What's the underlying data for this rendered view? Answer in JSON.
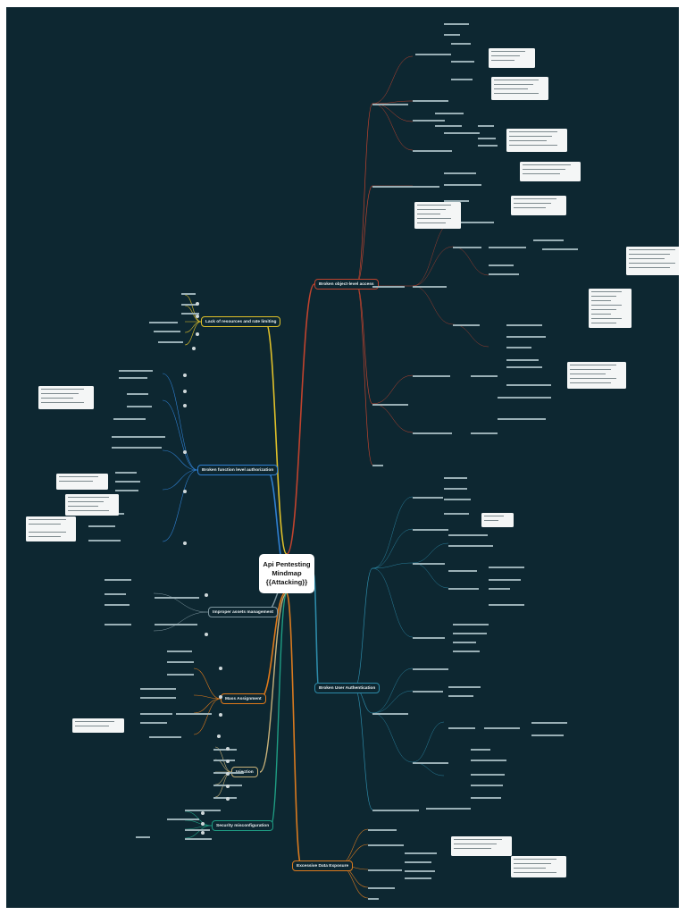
{
  "center": {
    "title": "Api Pentesting\nMindmap\n{{Attacking}}"
  },
  "branches": {
    "bola": "Broken object-level access",
    "lack": "Lack of resources and rate limiting",
    "bfla": "Broken function level authorization",
    "improper": "Improper assets management",
    "mass": "Mass Assignment",
    "injection": "Injection",
    "security": "Security misconfiguration",
    "excessive": "Excessive Data Exposure",
    "buser": "Broken User Authentication"
  },
  "colors": {
    "bola": "#c0432e",
    "lack": "#e0c12a",
    "bfla": "#2f7fd0",
    "improper": "#7f97a0",
    "mass": "#e07a1a",
    "injection": "#c9b27a",
    "security": "#1f9e84",
    "excessive": "#d97a1f",
    "buser": "#2d8aa8"
  }
}
